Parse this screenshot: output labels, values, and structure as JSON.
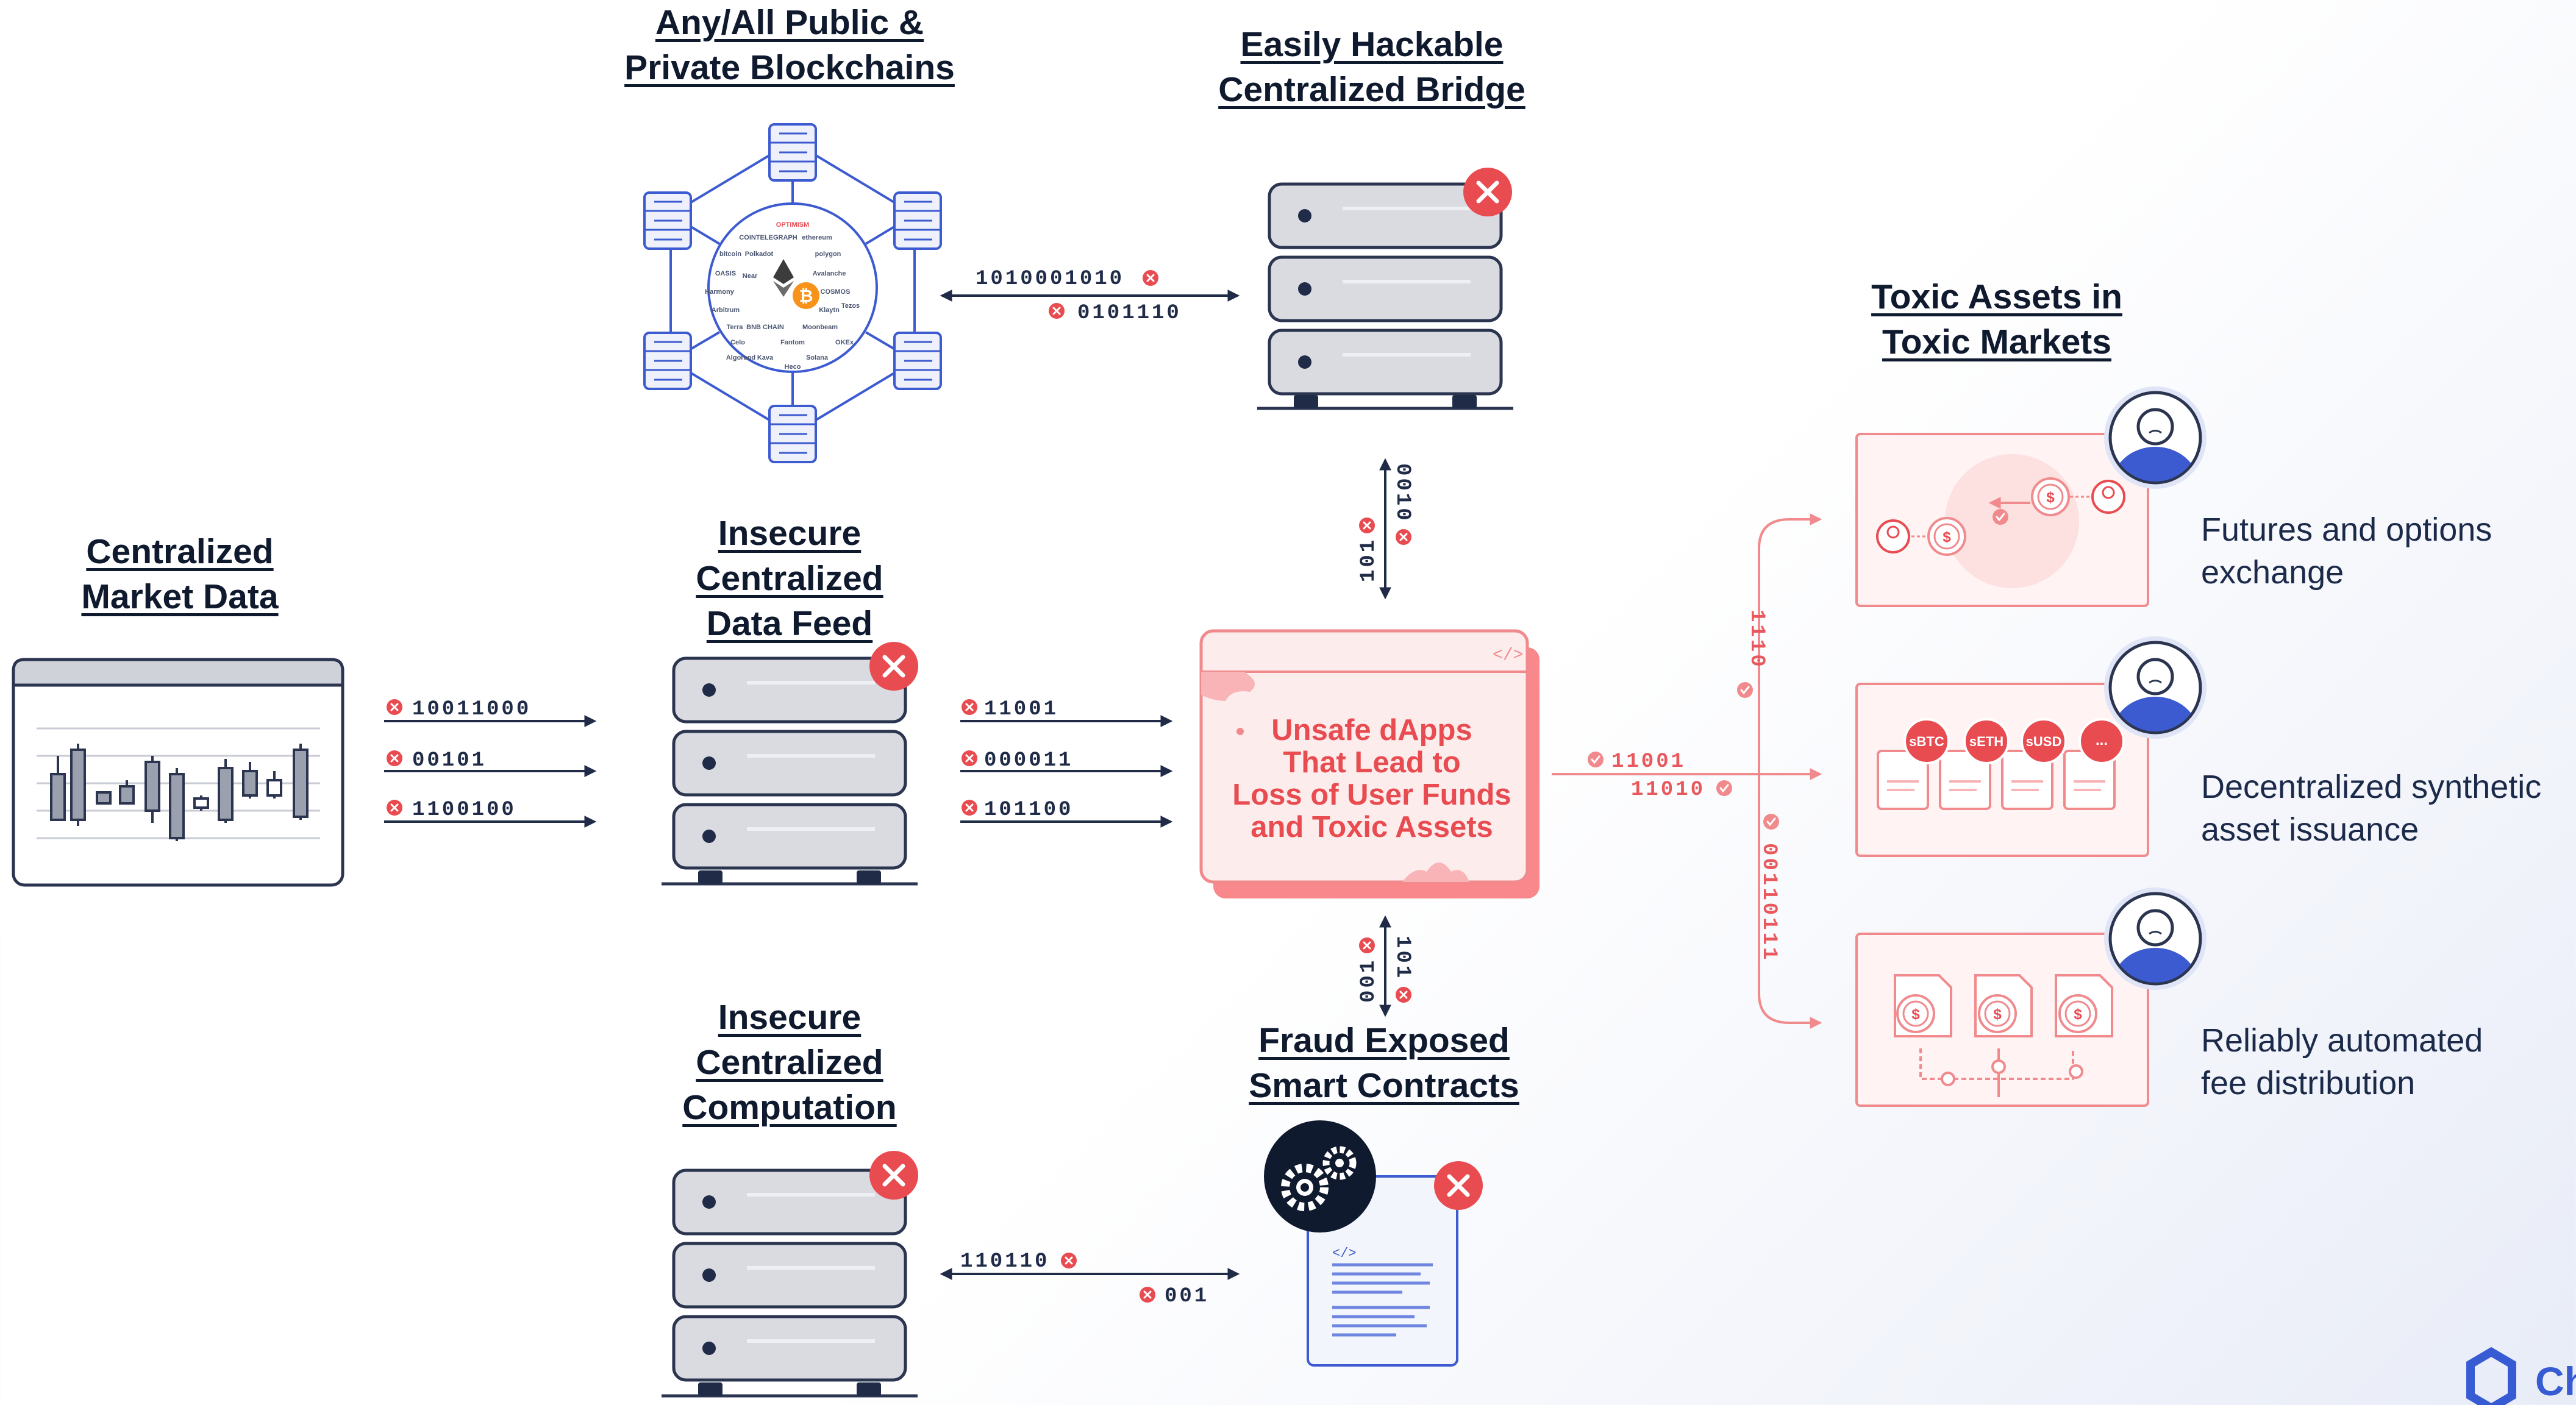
{
  "headings": {
    "blockchains": [
      "Any/All Public &",
      "Private Blockchains"
    ],
    "bridge": [
      "Easily Hackable",
      "Centralized Bridge"
    ],
    "market_data": [
      "Centralized",
      "Market Data"
    ],
    "data_feed": [
      "Insecure",
      "Centralized",
      "Data Feed"
    ],
    "computation": [
      "Insecure",
      "Centralized",
      "Computation"
    ],
    "smart_contracts": [
      "Fraud Exposed",
      "Smart Contracts"
    ],
    "toxic": [
      "Toxic Assets in",
      "Toxic Markets"
    ]
  },
  "dapp": {
    "lines": [
      "Unsafe dApps",
      "That Lead to",
      "Loss of User Funds",
      "and Toxic Assets"
    ],
    "code_tag": "</>"
  },
  "bits": {
    "bridge_top": "1010001010",
    "bridge_bottom": "0101110",
    "market": [
      "10011000",
      "00101",
      "1100100"
    ],
    "feed": [
      "11001",
      "000011",
      "101100"
    ],
    "bridge_vertical_left": "101",
    "bridge_vertical_right": "0010",
    "contract_vertical_left": "001",
    "contract_vertical_right": "101",
    "computation_top": "110110",
    "computation_bottom": "001",
    "out_top": "11001",
    "out_bottom": "11010",
    "branch_up": "1110",
    "branch_down": "00110111"
  },
  "chains": {
    "labels": [
      "OPTIMISM",
      "COINTELEGRAPH",
      "ethereum",
      "bitcoin",
      "Polkadot",
      "polygon",
      "OASIS",
      "Avalanche",
      "Harmony",
      "COSMOS",
      "Arbitrum",
      "Klaytn",
      "Terra",
      "BNB CHAIN",
      "Moonbeam",
      "Celo",
      "Fantom",
      "OKEx",
      "Kava",
      "Solana",
      "Heco",
      "Near",
      "Tezos",
      "Algorand"
    ]
  },
  "synthetic_tokens": [
    "sBTC",
    "sETH",
    "sUSD",
    "..."
  ],
  "use_cases": [
    [
      "Futures and options",
      "exchange"
    ],
    [
      "Decentralized synthetic",
      "asset issuance"
    ],
    [
      "Reliably automated",
      "fee distribution"
    ]
  ],
  "brand": {
    "text": "Ch"
  },
  "colors": {
    "ink": "#0f1a2e",
    "navy": "#1f2b47",
    "red": "#e84b50",
    "pink_bg": "#fdecec",
    "server_gray": "#d9dbe0",
    "blue": "#3d5bd0",
    "lavender": "#e3e8fa"
  },
  "icons": [
    "error-x-icon",
    "server-icon",
    "candlestick-chart-icon",
    "gears-icon",
    "code-document-icon",
    "user-avatar-icon",
    "coin-icon",
    "chainlink-logo-icon"
  ]
}
